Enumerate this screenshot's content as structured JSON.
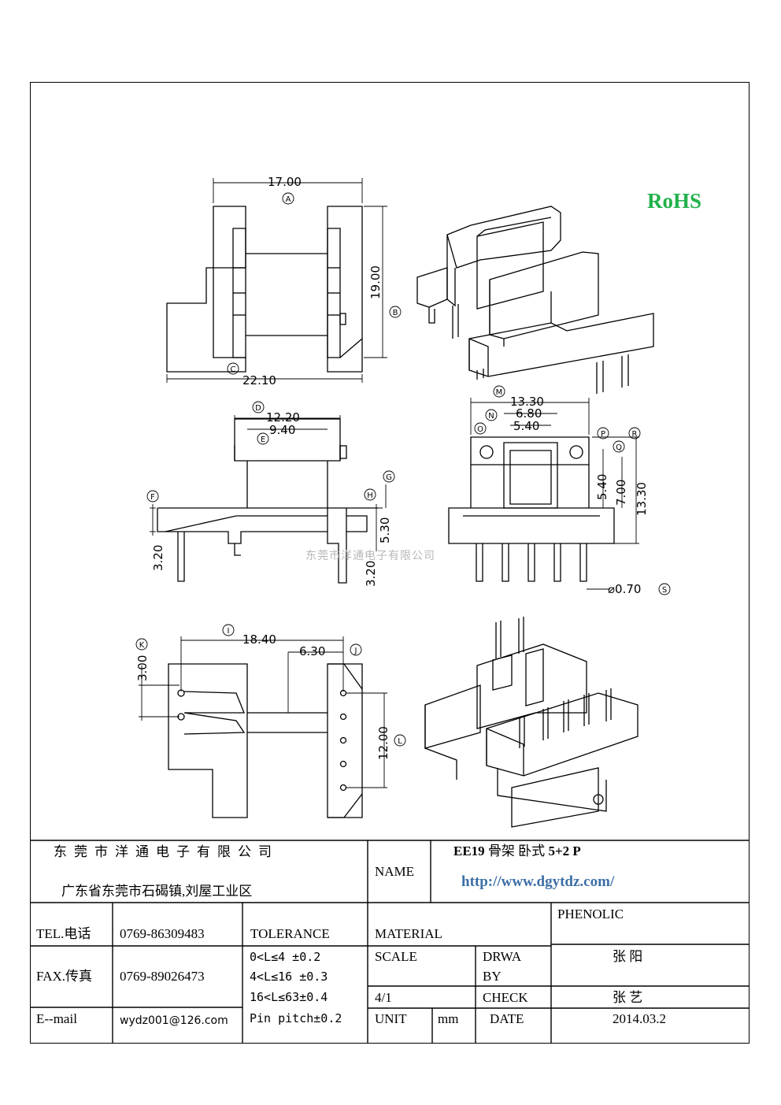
{
  "rohs": "RoHS",
  "watermark": "东莞市洋通电子有限公司",
  "dims": {
    "a": "17.00",
    "b": "19.00",
    "c": "22.10",
    "d": "12.20",
    "e": "9.40",
    "f": "3.20",
    "h": "5.30",
    "h2": "3.20",
    "m": "13.30",
    "n": "6.80",
    "o": "5.40",
    "p": "5.40",
    "q": "7.00",
    "r": "13.30",
    "s": "⌀0.70",
    "i": "18.40",
    "j": "6.30",
    "k": "3.00",
    "l": "12.00"
  },
  "callouts": {
    "a": "A",
    "b": "B",
    "c": "C",
    "d": "D",
    "e": "E",
    "f": "F",
    "g": "G",
    "h": "H",
    "i": "I",
    "j": "J",
    "k": "K",
    "l": "L",
    "m": "M",
    "n": "N",
    "o": "O",
    "p": "P",
    "q": "Q",
    "r": "R",
    "s": "S"
  },
  "titleblock": {
    "company": "东莞市洋通电子有限公司",
    "address": "广东省东莞市石碣镇,刘屋工业区",
    "name_label": "NAME",
    "product_code": "EE19",
    "product_desc": "骨架 卧式",
    "product_pins": "5+2 P",
    "url": "http://www.dgytdz.com/",
    "tel_label": "TEL.电话",
    "tel": "0769-86309483",
    "tolerance_label": "TOLERANCE",
    "material_label": "MATERIAL",
    "material": "PHENOLIC",
    "fax_label": "FAX.传真",
    "fax": "0769-89026473",
    "tol1": "0<L≤4  ±0.2",
    "tol2": "4<L≤16 ±0.3",
    "tol3": "16<L≤63±0.4",
    "tol4": "Pin pitch±0.2",
    "scale_label": "SCALE",
    "scale": "4/1",
    "drawn_label1": "DRWA",
    "drawn_label2": "BY",
    "drawn": "张 阳",
    "check_label": "CHECK",
    "check": "张 艺",
    "email_label": "E--mail",
    "email": "wydz001@126.com",
    "unit_label": "UNIT",
    "unit": "mm",
    "date_label": "DATE",
    "date": "2014.03.2"
  }
}
